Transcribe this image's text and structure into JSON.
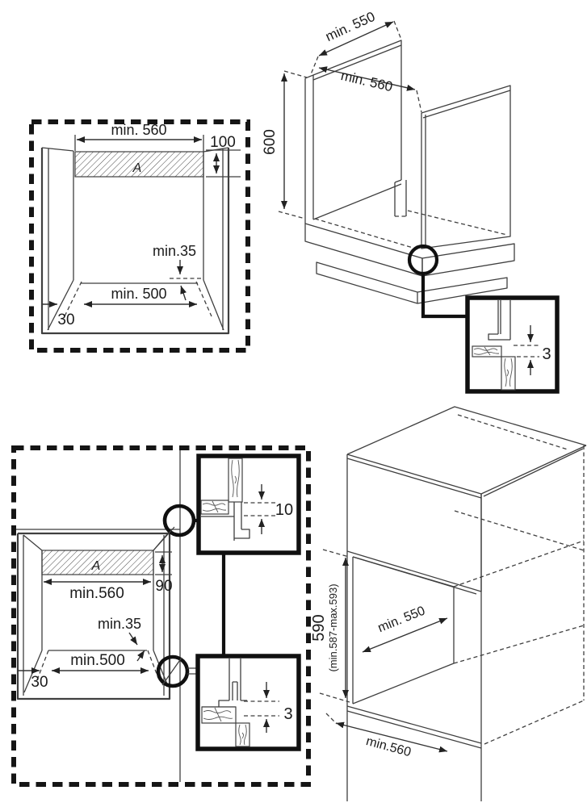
{
  "labels": {
    "top_cutout": {
      "width_top": "min. 560",
      "vent_height": "100",
      "vent_zone": "A",
      "rear_clearance": "min.35",
      "width_bottom": "min. 500",
      "front_edge": "30"
    },
    "top_cabinet": {
      "depth": "min. 550",
      "width": "min. 560",
      "height": "600"
    },
    "top_detail": {
      "gap": "3"
    },
    "bottom_cutout": {
      "vent_zone": "A",
      "vent_height": "90",
      "width_top": "min.560",
      "rear_clearance": "min.35",
      "width_bottom": "min.500",
      "front_edge": "30"
    },
    "bottom_detail_upper": {
      "gap": "10"
    },
    "bottom_detail_lower": {
      "gap": "3"
    },
    "bottom_cabinet": {
      "height": "590",
      "height_range": "(min.587-max.593)",
      "depth": "min. 550",
      "width": "min.560"
    }
  },
  "colors": {
    "background": "#ffffff",
    "line": "#3f3f3f",
    "heavy_line": "#101010",
    "text": "#1b1b1b"
  }
}
